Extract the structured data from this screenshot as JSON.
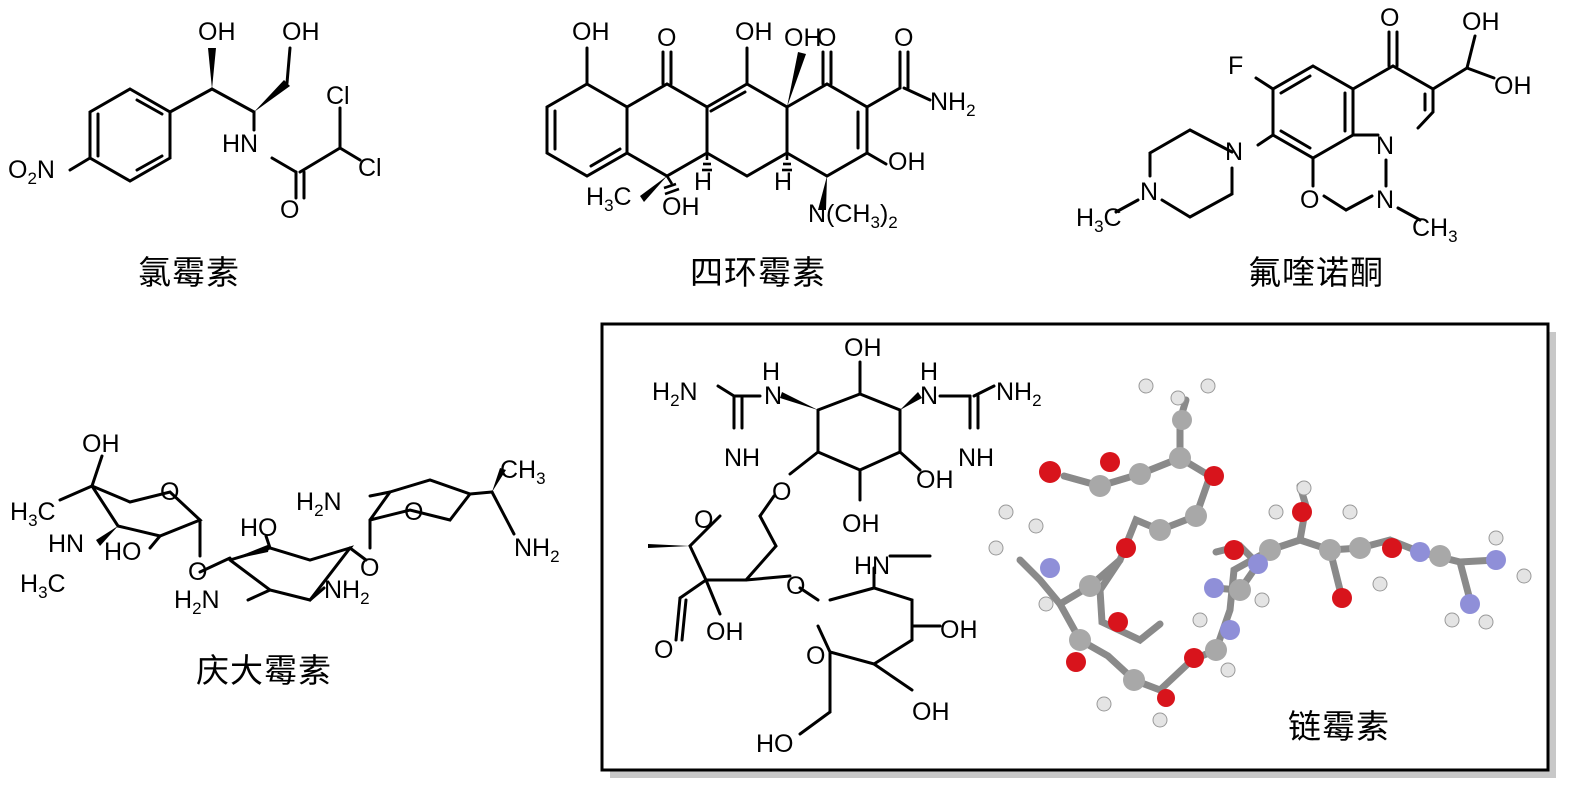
{
  "captions": {
    "chloramphenicol": "氯霉素",
    "tetracycline": "四环霉素",
    "fluoroquinolone": "氟喹诺酮",
    "gentamicin": "庆大霉素",
    "streptomycin": "链霉素"
  },
  "labels": {
    "OH": "OH",
    "HO": "HO",
    "O": "O",
    "N": "N",
    "F": "F",
    "Cl": "Cl",
    "H": "H",
    "HN": "HN",
    "NH": "NH",
    "NH2": "NH",
    "H2N": "H",
    "H3C": "H",
    "CH3": "CH",
    "O2N": "O",
    "NMe2": "N(CH",
    "sub2": "2",
    "sub3": "3",
    "NH2_tail": "NH"
  },
  "colors": {
    "oxygen_atom": "#d8141c",
    "carbon_atom": "#a8a8a8",
    "nitrogen_atom": "#8f8fd8",
    "hydrogen_atom": "#e8e8e8",
    "frame": "#000000",
    "shadow": "#c8c8c8"
  }
}
